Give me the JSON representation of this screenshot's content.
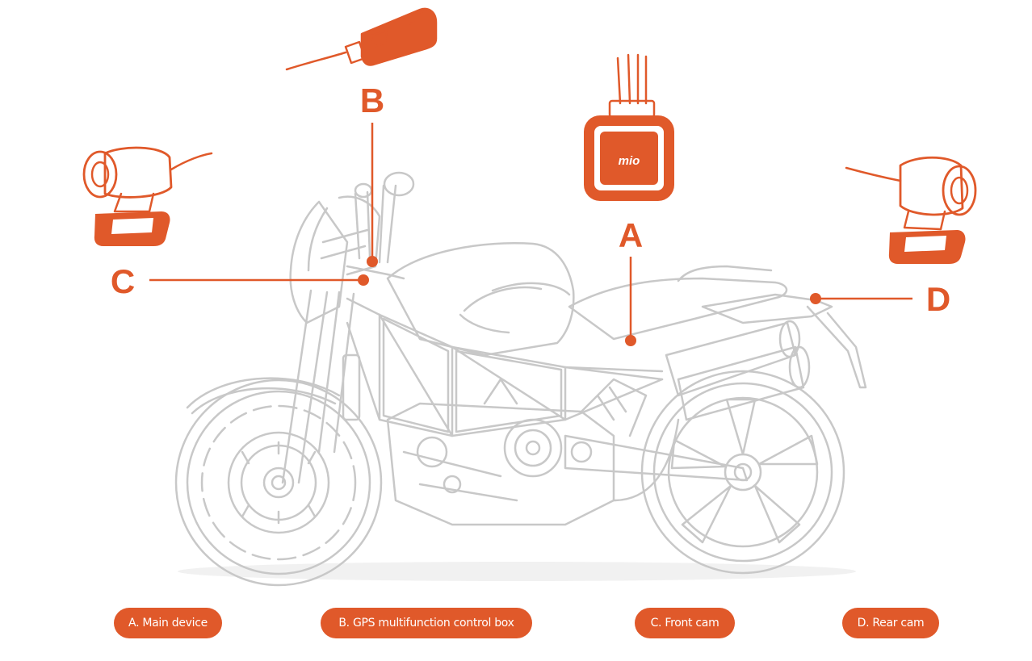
{
  "colors": {
    "accent": "#e0592a",
    "bike": "#c8c8c8"
  },
  "markers": {
    "a": "A",
    "b": "B",
    "c": "C",
    "d": "D"
  },
  "device_logo": "mio",
  "legend": {
    "main_device": "A. Main device",
    "control_box": "B. GPS multifunction control box",
    "front_cam": "C. Front cam",
    "rear_cam": "D. Rear cam"
  }
}
